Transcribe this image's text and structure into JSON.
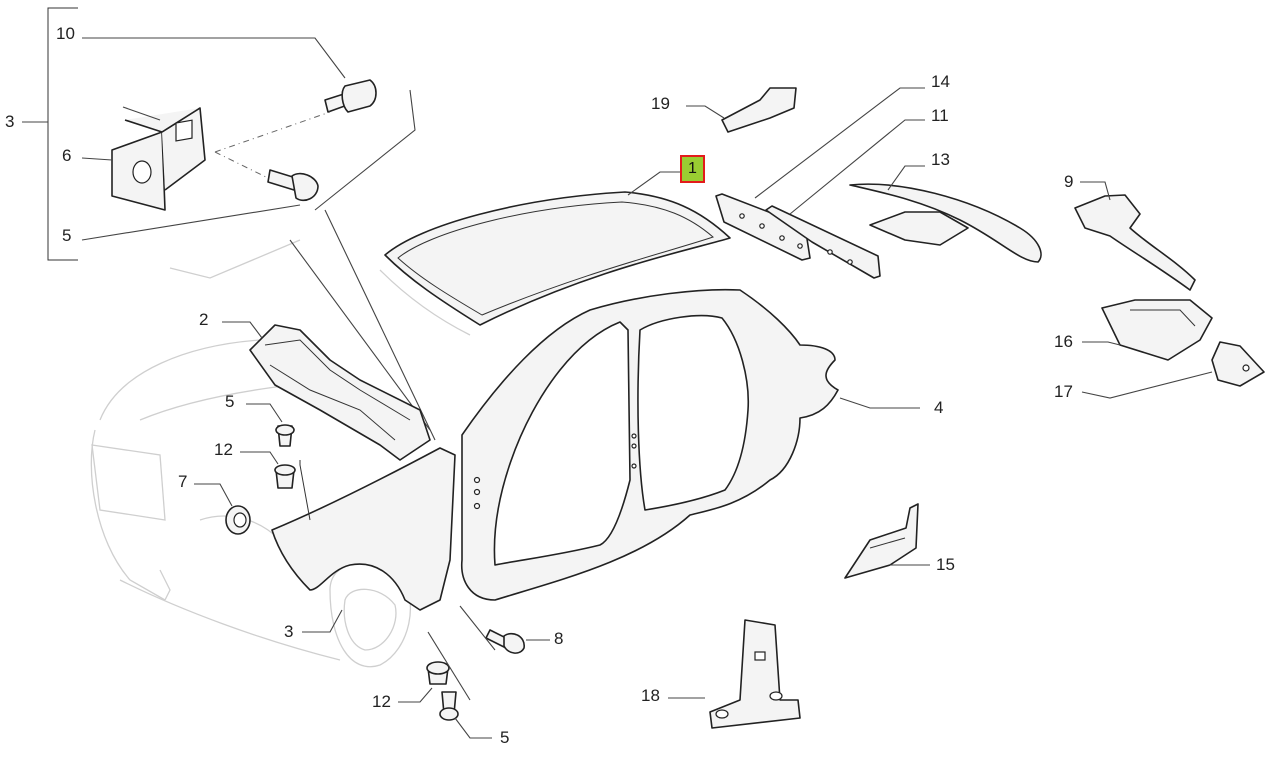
{
  "diagram": {
    "callouts": [
      {
        "id": "c10a",
        "text": "10"
      },
      {
        "id": "c3a",
        "text": "3"
      },
      {
        "id": "c6",
        "text": "6"
      },
      {
        "id": "c5a",
        "text": "5"
      },
      {
        "id": "c2",
        "text": "2"
      },
      {
        "id": "c5b",
        "text": "5"
      },
      {
        "id": "c12a",
        "text": "12"
      },
      {
        "id": "c7",
        "text": "7"
      },
      {
        "id": "c3b",
        "text": "3"
      },
      {
        "id": "c12b",
        "text": "12"
      },
      {
        "id": "c5c",
        "text": "5"
      },
      {
        "id": "c8",
        "text": "8"
      },
      {
        "id": "c18",
        "text": "18"
      },
      {
        "id": "c19",
        "text": "19"
      },
      {
        "id": "c1",
        "text": "1",
        "highlighted": true
      },
      {
        "id": "c14",
        "text": "14"
      },
      {
        "id": "c11",
        "text": "11"
      },
      {
        "id": "c13",
        "text": "13"
      },
      {
        "id": "c9",
        "text": "9"
      },
      {
        "id": "c16",
        "text": "16"
      },
      {
        "id": "c17",
        "text": "17"
      },
      {
        "id": "c4",
        "text": "4"
      },
      {
        "id": "c15",
        "text": "15"
      }
    ],
    "colors": {
      "highlight_fill": "#9acd32",
      "highlight_border": "#e31b1b",
      "line": "#222222",
      "ghost": "#cfcfcf"
    }
  }
}
